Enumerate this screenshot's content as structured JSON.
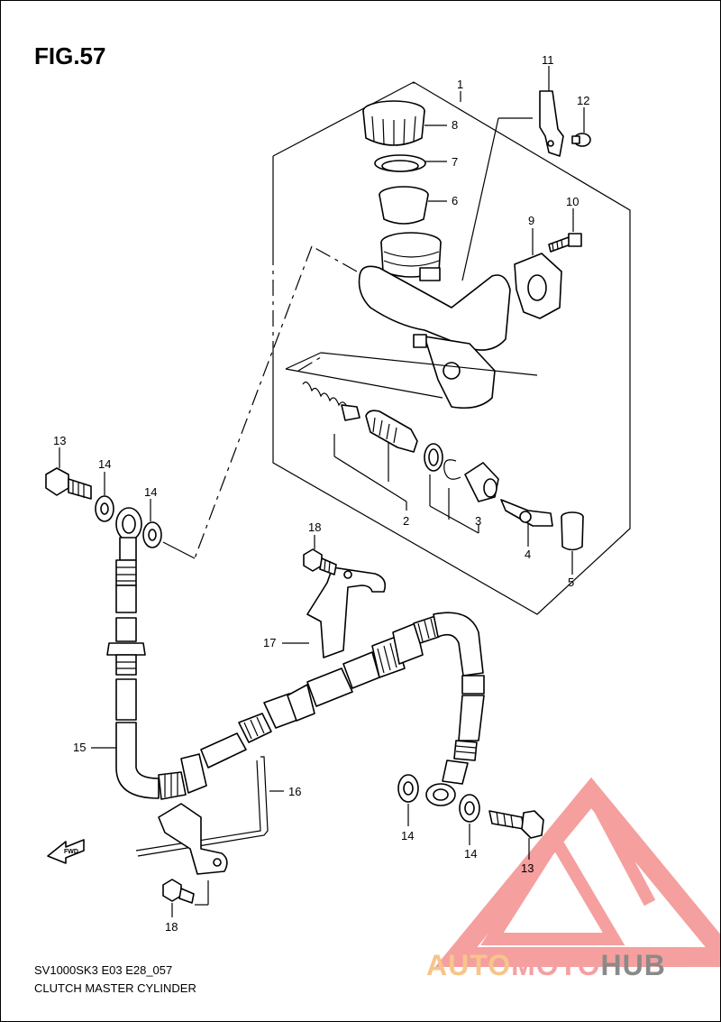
{
  "figure": {
    "title": "FIG.57",
    "code": "SV1000SK3 E03 E28_057",
    "caption": "CLUTCH MASTER CYLINDER"
  },
  "watermark": {
    "part1": "AUTO",
    "part2": "MOTO",
    "part3": "HUB",
    "colors": {
      "auto": "#f6c58a",
      "moto": "#f5a0a0",
      "hub": "#8a8a8a",
      "triangle": "#f28080"
    }
  },
  "callouts": {
    "c1": "1",
    "c2": "2",
    "c3": "3",
    "c4": "4",
    "c5": "5",
    "c6": "6",
    "c7": "7",
    "c8": "8",
    "c9": "9",
    "c10": "10",
    "c11": "11",
    "c12": "12",
    "c13a": "13",
    "c13b": "13",
    "c14a": "14",
    "c14b": "14",
    "c14c": "14",
    "c14d": "14",
    "c15": "15",
    "c16": "16",
    "c17": "17",
    "c18a": "18",
    "c18b": "18"
  },
  "icons": {
    "fwd_arrow": "fwd-arrow-icon"
  },
  "fwd_label": "FWD"
}
